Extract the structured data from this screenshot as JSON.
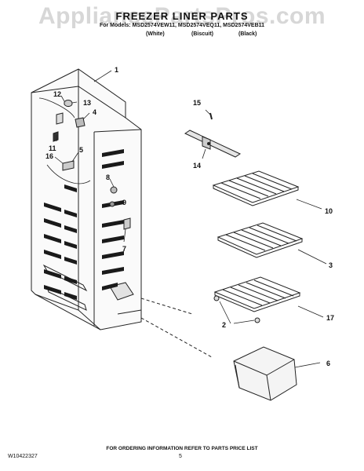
{
  "watermark": "AppliancePartsPros.com",
  "header": {
    "title": "FREEZER LINER PARTS",
    "models_line": "For Models: MSD2574VEW11, MSD2574VEQ11, MSD2574VEB11",
    "colors": [
      "(White)",
      "(Biscuit)",
      "(Black)"
    ]
  },
  "callouts": [
    "1",
    "12",
    "13",
    "4",
    "11",
    "5",
    "16",
    "8",
    "9",
    "7",
    "15",
    "14",
    "10",
    "3",
    "2",
    "17",
    "6"
  ],
  "footer": {
    "doc_number": "W10422327",
    "ordering_note": "FOR ORDERING INFORMATION REFER TO PARTS PRICE LIST",
    "page": "5"
  }
}
